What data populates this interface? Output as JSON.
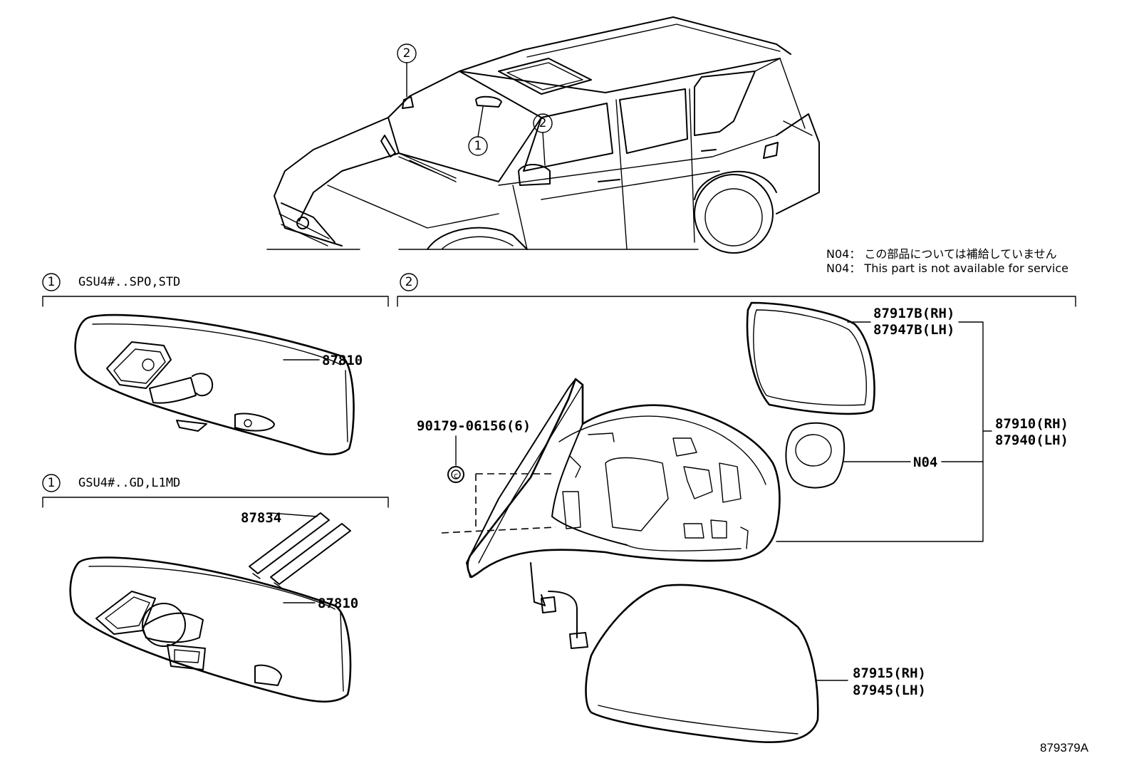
{
  "callouts": {
    "one": "1",
    "two": "2"
  },
  "notes": {
    "n04_jp": "N04： この部品については補給していません",
    "n04_en": "N04： This part is not available for service"
  },
  "groups": {
    "g1_variant": "GSU4#..SPO,STD",
    "g2_variant": "GSU4#..GD,L1MD"
  },
  "parts": {
    "mirror_inner_1": "87810",
    "mirror_inner_2": "87810",
    "wire_cover": "87834",
    "screw": "90179-06156(6)",
    "outer_mirror_rh": "87910(RH)",
    "outer_mirror_lh": "87940(LH)",
    "glass_rh": "87917B(RH)",
    "glass_lh": "87947B(LH)",
    "actuator": "N04",
    "cover_rh": "87915(RH)",
    "cover_lh": "87945(LH)"
  },
  "screw_mark": "c",
  "figure_id": "879379A"
}
